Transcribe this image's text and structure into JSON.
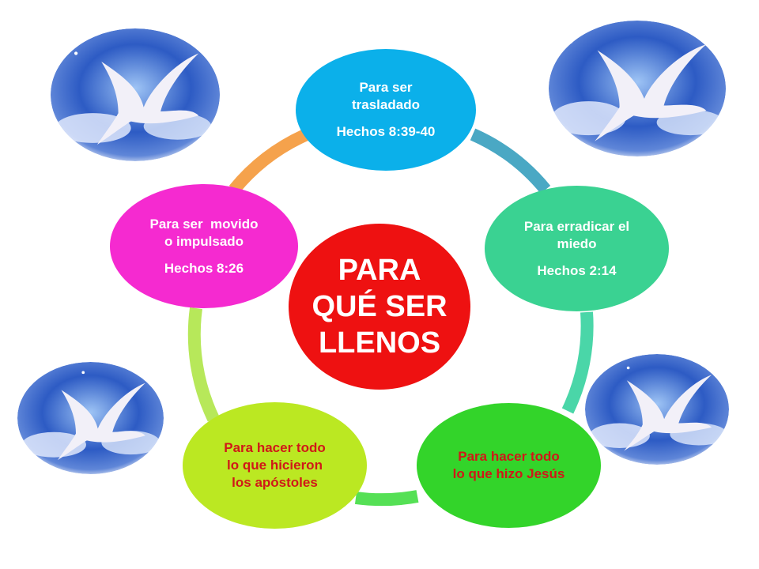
{
  "center": {
    "lines": [
      "PARA",
      "QUÉ SER",
      "LLENOS"
    ]
  },
  "nodes": [
    {
      "id": "top",
      "label_lines": [
        "Para ser",
        "trasladado"
      ],
      "ref": "Hechos 8:39-40",
      "color": "#0bb0ea"
    },
    {
      "id": "right",
      "label_lines": [
        "Para erradicar el",
        "miedo"
      ],
      "ref": "Hechos 2:14",
      "color": "#3ad292"
    },
    {
      "id": "bottom-right",
      "label_lines": [
        "Para hacer todo",
        "lo que hizo Jesús"
      ],
      "ref": "",
      "color": "#33d42a"
    },
    {
      "id": "bottom-left",
      "label_lines": [
        "Para hacer todo",
        "lo que hicieron",
        "los apóstoles"
      ],
      "ref": "",
      "color": "#bbe822"
    },
    {
      "id": "left",
      "label_lines": [
        "Para ser  movido",
        "o impulsado"
      ],
      "ref": "Hechos 8:26",
      "color": "#f52ad0"
    }
  ],
  "colors": {
    "center": "#ee1111",
    "arc_top_right": "#4aa8c4",
    "arc_right_bottom": "#4ad6a8",
    "arc_bottom": "#55e055",
    "arc_bottom_left": "#b7e85a",
    "arc_left_top": "#f5a24c",
    "sky": "#2d5bc4",
    "dove": "#f2f0f8"
  },
  "icons": [
    "dove-icon"
  ]
}
